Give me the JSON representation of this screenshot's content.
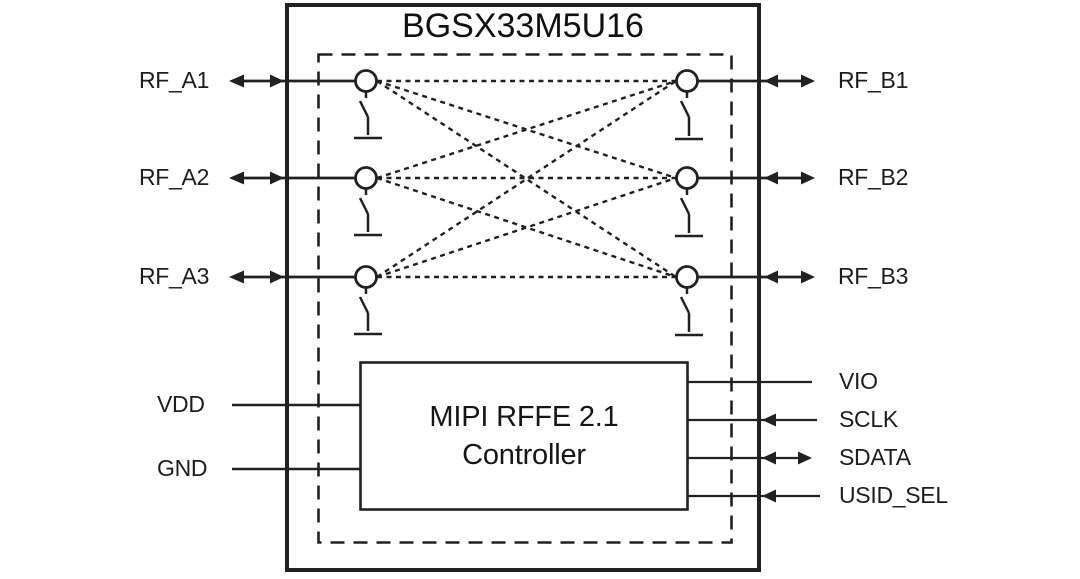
{
  "diagram": {
    "title": "BGSX33M5U16",
    "left_ports": [
      {
        "label": "RF_A1",
        "direction": "bidirectional"
      },
      {
        "label": "RF_A2",
        "direction": "bidirectional"
      },
      {
        "label": "RF_A3",
        "direction": "bidirectional"
      }
    ],
    "right_ports": [
      {
        "label": "RF_B1",
        "direction": "bidirectional"
      },
      {
        "label": "RF_B2",
        "direction": "bidirectional"
      },
      {
        "label": "RF_B3",
        "direction": "bidirectional"
      }
    ],
    "supply_pins": [
      {
        "label": "VDD"
      },
      {
        "label": "GND"
      }
    ],
    "control_pins": [
      {
        "label": "VIO",
        "direction": "plain"
      },
      {
        "label": "SCLK",
        "direction": "input"
      },
      {
        "label": "SDATA",
        "direction": "bidirectional"
      },
      {
        "label": "USID_SEL",
        "direction": "input"
      }
    ],
    "controller": {
      "line1": "MIPI RFFE 2.1",
      "line2": "Controller"
    },
    "matrix_connections": [
      [
        "RF_A1",
        "RF_B1"
      ],
      [
        "RF_A1",
        "RF_B2"
      ],
      [
        "RF_A1",
        "RF_B3"
      ],
      [
        "RF_A2",
        "RF_B1"
      ],
      [
        "RF_A2",
        "RF_B2"
      ],
      [
        "RF_A2",
        "RF_B3"
      ],
      [
        "RF_A3",
        "RF_B1"
      ],
      [
        "RF_A3",
        "RF_B2"
      ],
      [
        "RF_A3",
        "RF_B3"
      ]
    ],
    "colors": {
      "line": "#212121",
      "background": "#ffffff"
    }
  }
}
